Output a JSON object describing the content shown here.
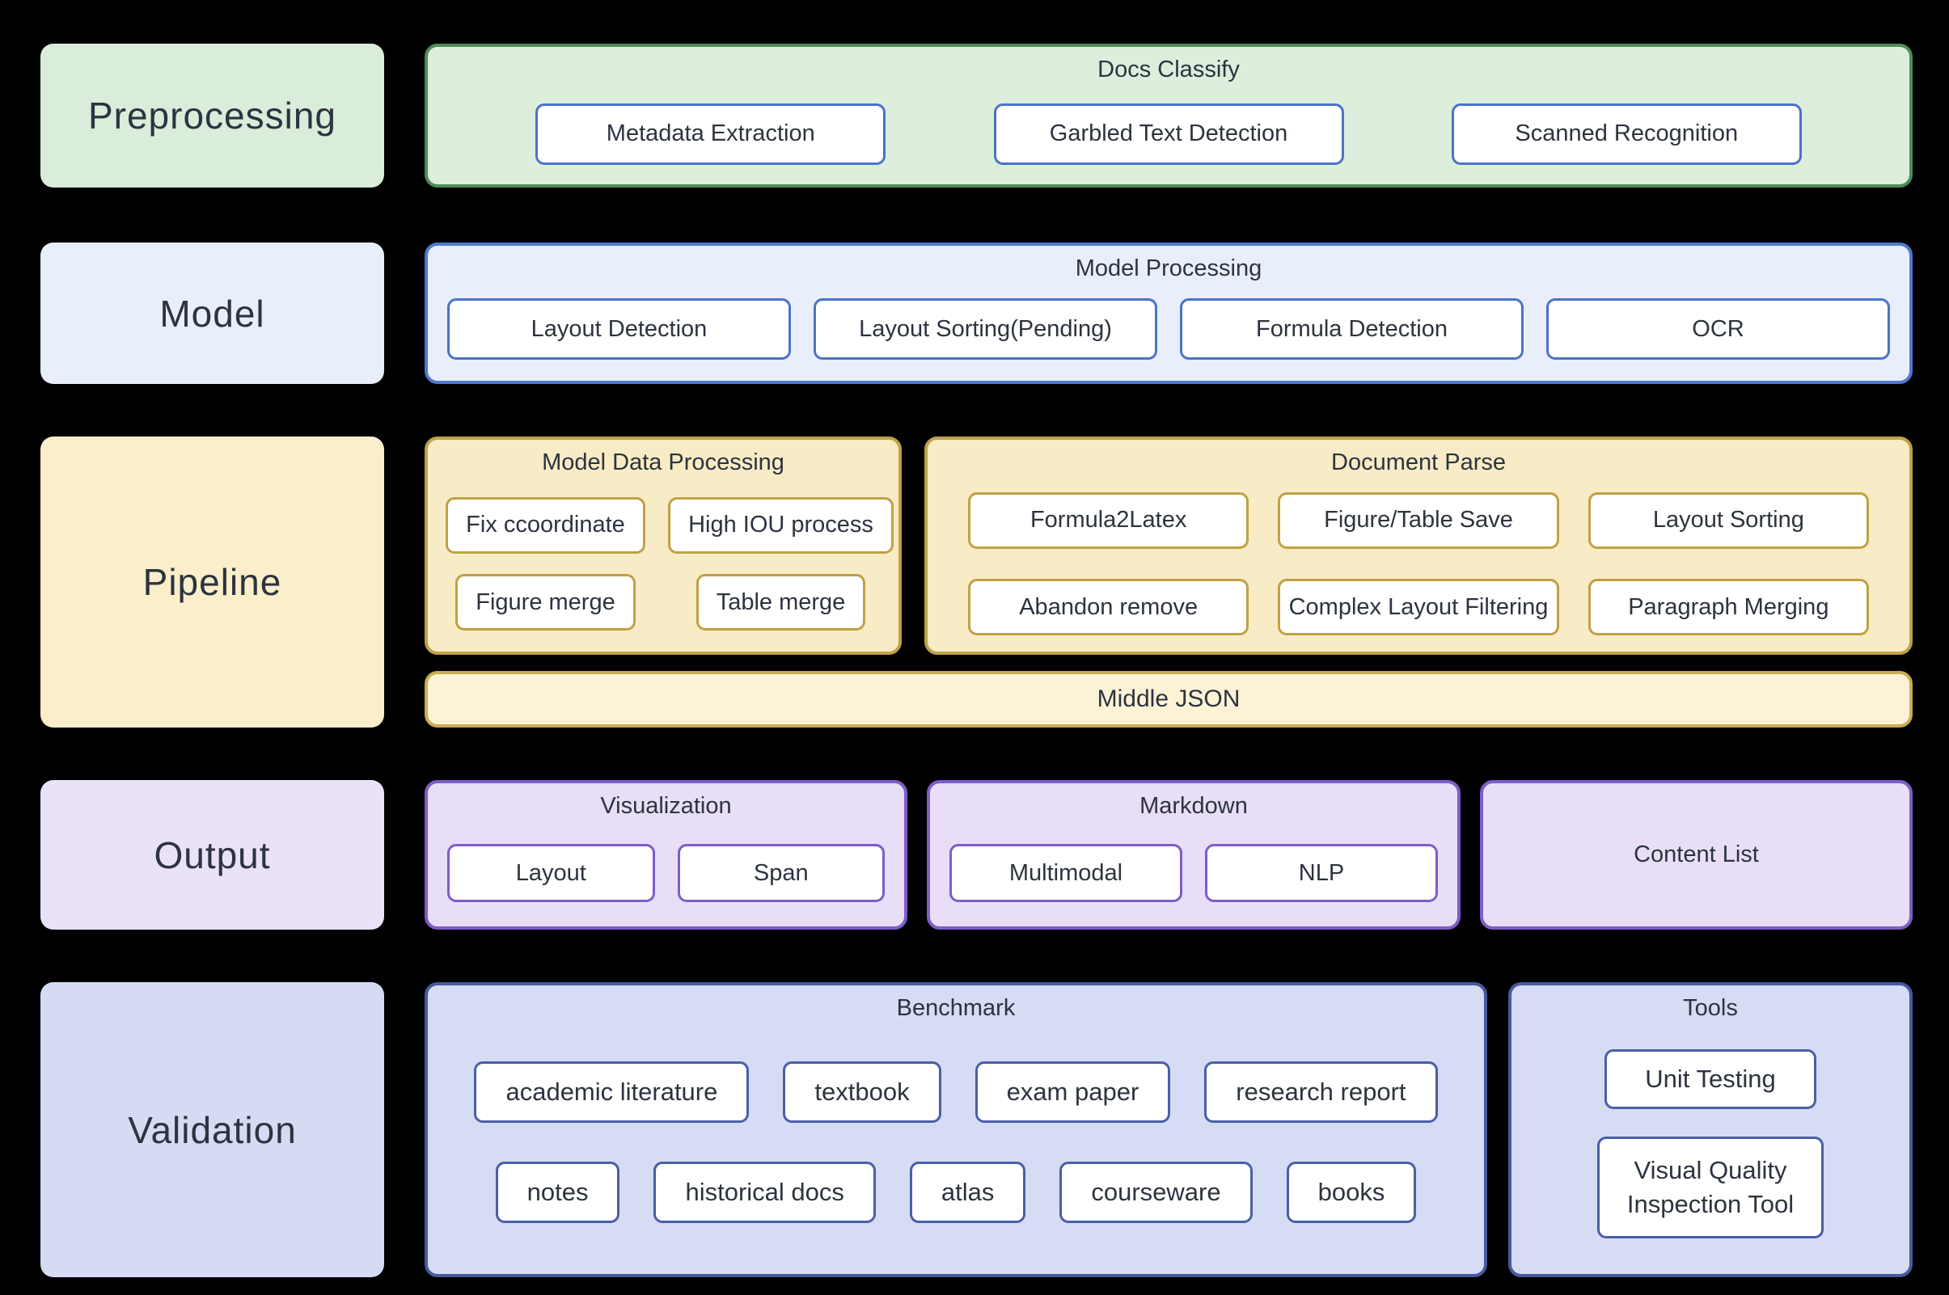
{
  "rows": [
    {
      "label": "Preprocessing",
      "groups": [
        {
          "title": "Docs Classify",
          "items": [
            "Metadata Extraction",
            "Garbled Text Detection",
            "Scanned Recognition"
          ]
        }
      ]
    },
    {
      "label": "Model",
      "groups": [
        {
          "title": "Model Processing",
          "items": [
            "Layout Detection",
            "Layout Sorting(Pending)",
            "Formula Detection",
            "OCR"
          ]
        }
      ]
    },
    {
      "label": "Pipeline",
      "groups": [
        {
          "title": "Model Data Processing",
          "items": [
            "Fix ccoordinate",
            "High IOU process",
            "Figure merge",
            "Table merge"
          ]
        },
        {
          "title": "Document Parse",
          "items": [
            "Formula2Latex",
            "Figure/Table Save",
            "Layout Sorting",
            "Abandon remove",
            "Complex Layout Filtering",
            "Paragraph Merging"
          ]
        }
      ],
      "bar": "Middle JSON"
    },
    {
      "label": "Output",
      "groups": [
        {
          "title": "Visualization",
          "items": [
            "Layout",
            "Span"
          ]
        },
        {
          "title": "Markdown",
          "items": [
            "Multimodal",
            "NLP"
          ]
        },
        {
          "title": "Content List",
          "items": []
        }
      ]
    },
    {
      "label": "Validation",
      "groups": [
        {
          "title": "Benchmark",
          "items": [
            "academic literature",
            "textbook",
            "exam paper",
            "research report",
            "notes",
            "historical docs",
            "atlas",
            "courseware",
            "books"
          ]
        },
        {
          "title": "Tools",
          "items": [
            "Unit Testing",
            "Visual Quality Inspection Tool"
          ]
        }
      ]
    }
  ],
  "colors": {
    "background": "#000000",
    "text": "#2d333f",
    "green_fill": "#ddeedd",
    "green_border": "#4e8c58",
    "blue_fill": "#e9eefb",
    "blue_border": "#4d79d0",
    "blue_box_border": "#4a73c9",
    "yellow_fill": "#f8ecc6",
    "yellow_border": "#bfa24a",
    "yellow_bar_fill": "#fcf3d6",
    "yellow_bar_border": "#c9ad55",
    "purple_fill": "#e8def8",
    "purple_border": "#7d5dc8",
    "indigo_fill": "#d5dcf4",
    "indigo_border": "#47599e",
    "indigo_box_border": "#4a5ea8"
  }
}
